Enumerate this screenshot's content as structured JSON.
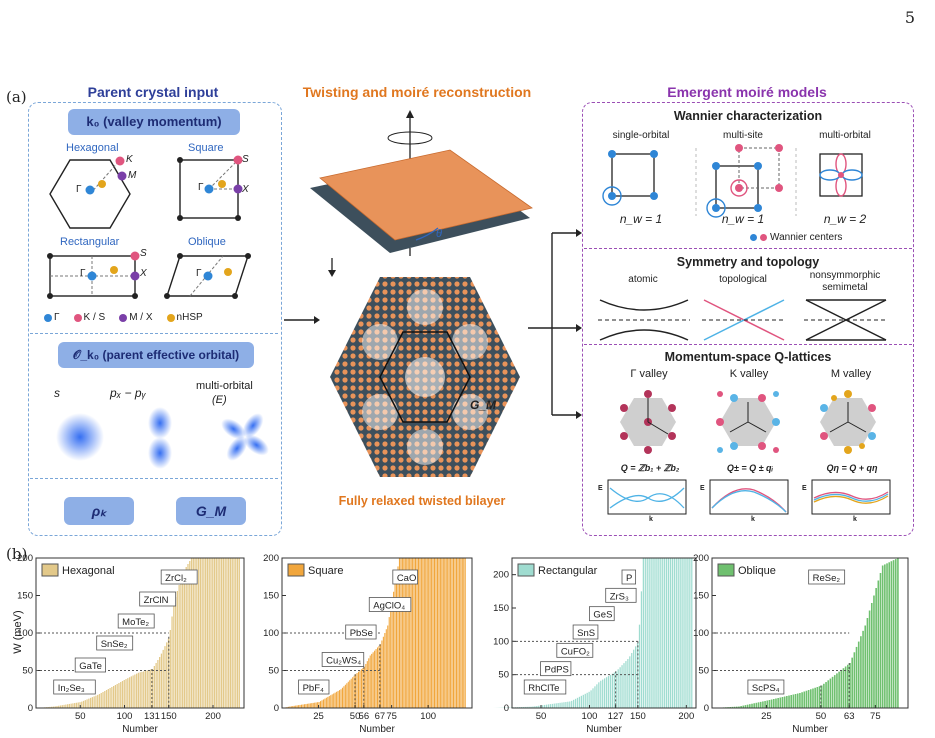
{
  "page_number": "5",
  "panel_a_label": "(a)",
  "panel_b_label": "(b)",
  "col1": {
    "title": "Parent crystal input",
    "k0_pill": "k₀ (valley momentum)",
    "lattices": [
      "Hexagonal",
      "Square",
      "Rectangular",
      "Oblique"
    ],
    "point_labels": {
      "gamma": "Γ",
      "K": "K",
      "M": "M",
      "S": "S",
      "X": "X"
    },
    "legend": [
      "Γ",
      "K / S",
      "M / X",
      "nHSP"
    ],
    "orbital_pill": "𝒪_k₀ (parent effective orbital)",
    "orbitals": [
      "s",
      "pₓ − pᵧ",
      "multi-orbital",
      "(E)"
    ],
    "rho_pill": "ρₖ",
    "gm_pill": "G_M"
  },
  "col2": {
    "title": "Twisting and moiré reconstruction",
    "theta": "θ",
    "gm": "G_M",
    "caption": "Fully relaxed twisted bilayer"
  },
  "col3": {
    "title": "Emergent moiré models",
    "wannier_title": "Wannier characterization",
    "wannier_cols": [
      "single-orbital",
      "multi-site",
      "multi-orbital"
    ],
    "nw": [
      "n_w = 1",
      "n_w = 1",
      "n_w = 2"
    ],
    "wannier_legend": "Wannier centers",
    "sym_title": "Symmetry and topology",
    "sym_cols": [
      "atomic",
      "topological",
      "nonsymmorphic",
      "semimetal"
    ],
    "q_title": "Momentum-space Q-lattices",
    "valleys": [
      "Γ valley",
      "K valley",
      "M valley"
    ],
    "formulas": [
      "Q = ℤb₁ + ℤb₂",
      "Q± = Q ± qᵢ",
      "Qη = Q + qη"
    ],
    "axis_e": "E",
    "axis_k": "k"
  },
  "colors": {
    "gamma": "#2f86d6",
    "K": "#e0557f",
    "M": "#7a3fa8",
    "nHSP": "#e3a51c",
    "hex_bar": "#e3c98a",
    "square_bar": "#f1a63c",
    "rect_bar": "#9fdcd0",
    "obl_bar": "#6fc06f",
    "blue_title": "#2e3f99",
    "orange_title": "#e0771f",
    "purple_title": "#8a34ad"
  },
  "chart_data": [
    {
      "type": "bar",
      "title": "Hexagonal",
      "xlabel": "Number",
      "ylabel": "W (meV)",
      "ylim": [
        0,
        200
      ],
      "yticks": [
        0,
        50,
        100,
        150,
        200
      ],
      "xticks": [
        50,
        100,
        131,
        150,
        200
      ],
      "guides": [
        131,
        150
      ],
      "x": [
        20,
        50,
        70,
        85,
        100,
        115,
        131,
        140,
        150,
        155,
        165,
        175,
        230
      ],
      "values": [
        2,
        8,
        18,
        28,
        38,
        47,
        52,
        70,
        95,
        140,
        180,
        200,
        200
      ],
      "annotations": [
        "In₂Se₃",
        "GaTe",
        "SnSe₂",
        "MoTe₂",
        "ZrClN",
        "ZrCl₂"
      ]
    },
    {
      "type": "bar",
      "title": "Square",
      "xlabel": "Number",
      "ylabel": "",
      "ylim": [
        0,
        200
      ],
      "yticks": [
        0,
        50,
        100,
        150,
        200
      ],
      "xticks": [
        25,
        50,
        56,
        67,
        75,
        100
      ],
      "guides": [
        50,
        56,
        67
      ],
      "x": [
        5,
        25,
        40,
        50,
        56,
        60,
        67,
        72,
        80,
        125
      ],
      "values": [
        2,
        8,
        25,
        45,
        55,
        70,
        85,
        110,
        200,
        200
      ],
      "annotations": [
        "PbF₄",
        "Cu₂WS₄",
        "PbSe",
        "AgClO₄",
        "CaO"
      ]
    },
    {
      "type": "bar",
      "title": "Rectangular",
      "xlabel": "Number",
      "ylabel": "",
      "ylim": [
        0,
        225
      ],
      "yticks": [
        0,
        50,
        100,
        150,
        200
      ],
      "xticks": [
        50,
        100,
        127,
        150,
        200
      ],
      "guides": [
        127,
        150
      ],
      "x": [
        40,
        80,
        100,
        110,
        127,
        140,
        150,
        155,
        205
      ],
      "values": [
        2,
        10,
        25,
        40,
        55,
        75,
        100,
        225,
        225
      ],
      "annotations": [
        "RhClTe",
        "PdPS",
        "CuFO₂",
        "SnS",
        "GeS",
        "ZrS₃",
        "P"
      ]
    },
    {
      "type": "bar",
      "title": "Oblique",
      "xlabel": "Number",
      "ylabel": "",
      "ylim": [
        0,
        200
      ],
      "yticks": [
        0,
        50,
        100,
        150,
        200
      ],
      "xticks": [
        25,
        50,
        63,
        75
      ],
      "guides": [
        50,
        63
      ],
      "x": [
        12,
        25,
        40,
        50,
        63,
        70,
        78,
        85
      ],
      "values": [
        2,
        10,
        20,
        30,
        60,
        110,
        190,
        200
      ],
      "annotations": [
        "ScPS₄",
        "ReSe₂"
      ]
    }
  ]
}
